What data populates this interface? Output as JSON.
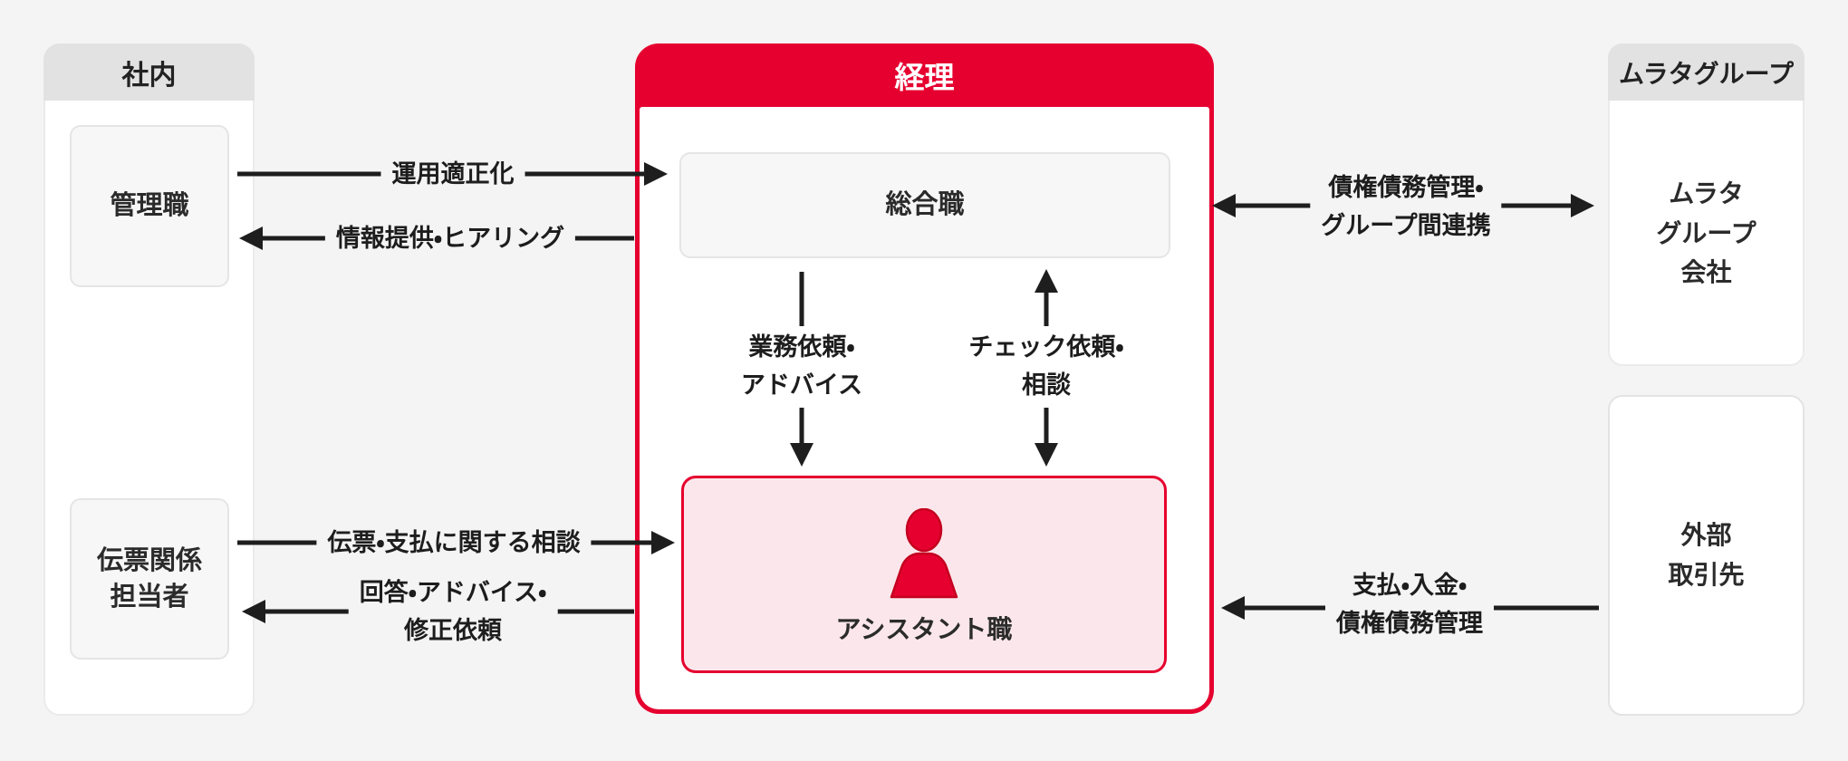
{
  "colors": {
    "page_bg": "#f4f4f4",
    "accent_red": "#e6002f",
    "assistant_pink": "#fbe7eb",
    "header_gray": "#e2e2e2",
    "inner_box_gray": "#f7f7f7",
    "ink": "#1e1e1e"
  },
  "internal": {
    "header": "社内",
    "manager": "管理職",
    "voucher_staff": "伝票関係\n担当者"
  },
  "accounting": {
    "header": "経理",
    "general_position": "総合職",
    "assistant_position": "アシスタント職"
  },
  "murata_group": {
    "header": "ムラタグループ",
    "company": "ムラタ\nグループ\n会社"
  },
  "external": {
    "partner": "外部\n取引先"
  },
  "arrows": {
    "management_to_accounting": "運用適正化",
    "accounting_to_management": "情報提供・ヒアリング",
    "general_to_assistant": "業務依頼・\nアドバイス",
    "assistant_to_general": "チェック依頼・\n相談",
    "voucher_to_assistant": "伝票・支払に関する相談",
    "assistant_to_voucher": "回答・アドバイス・\n修正依頼",
    "accounting_murata_bidirectional": "債権債務管理・\nグループ間連携",
    "external_to_assistant": "支払・入金・\n債権債務管理"
  },
  "icons": {
    "assistant": "person-icon"
  }
}
